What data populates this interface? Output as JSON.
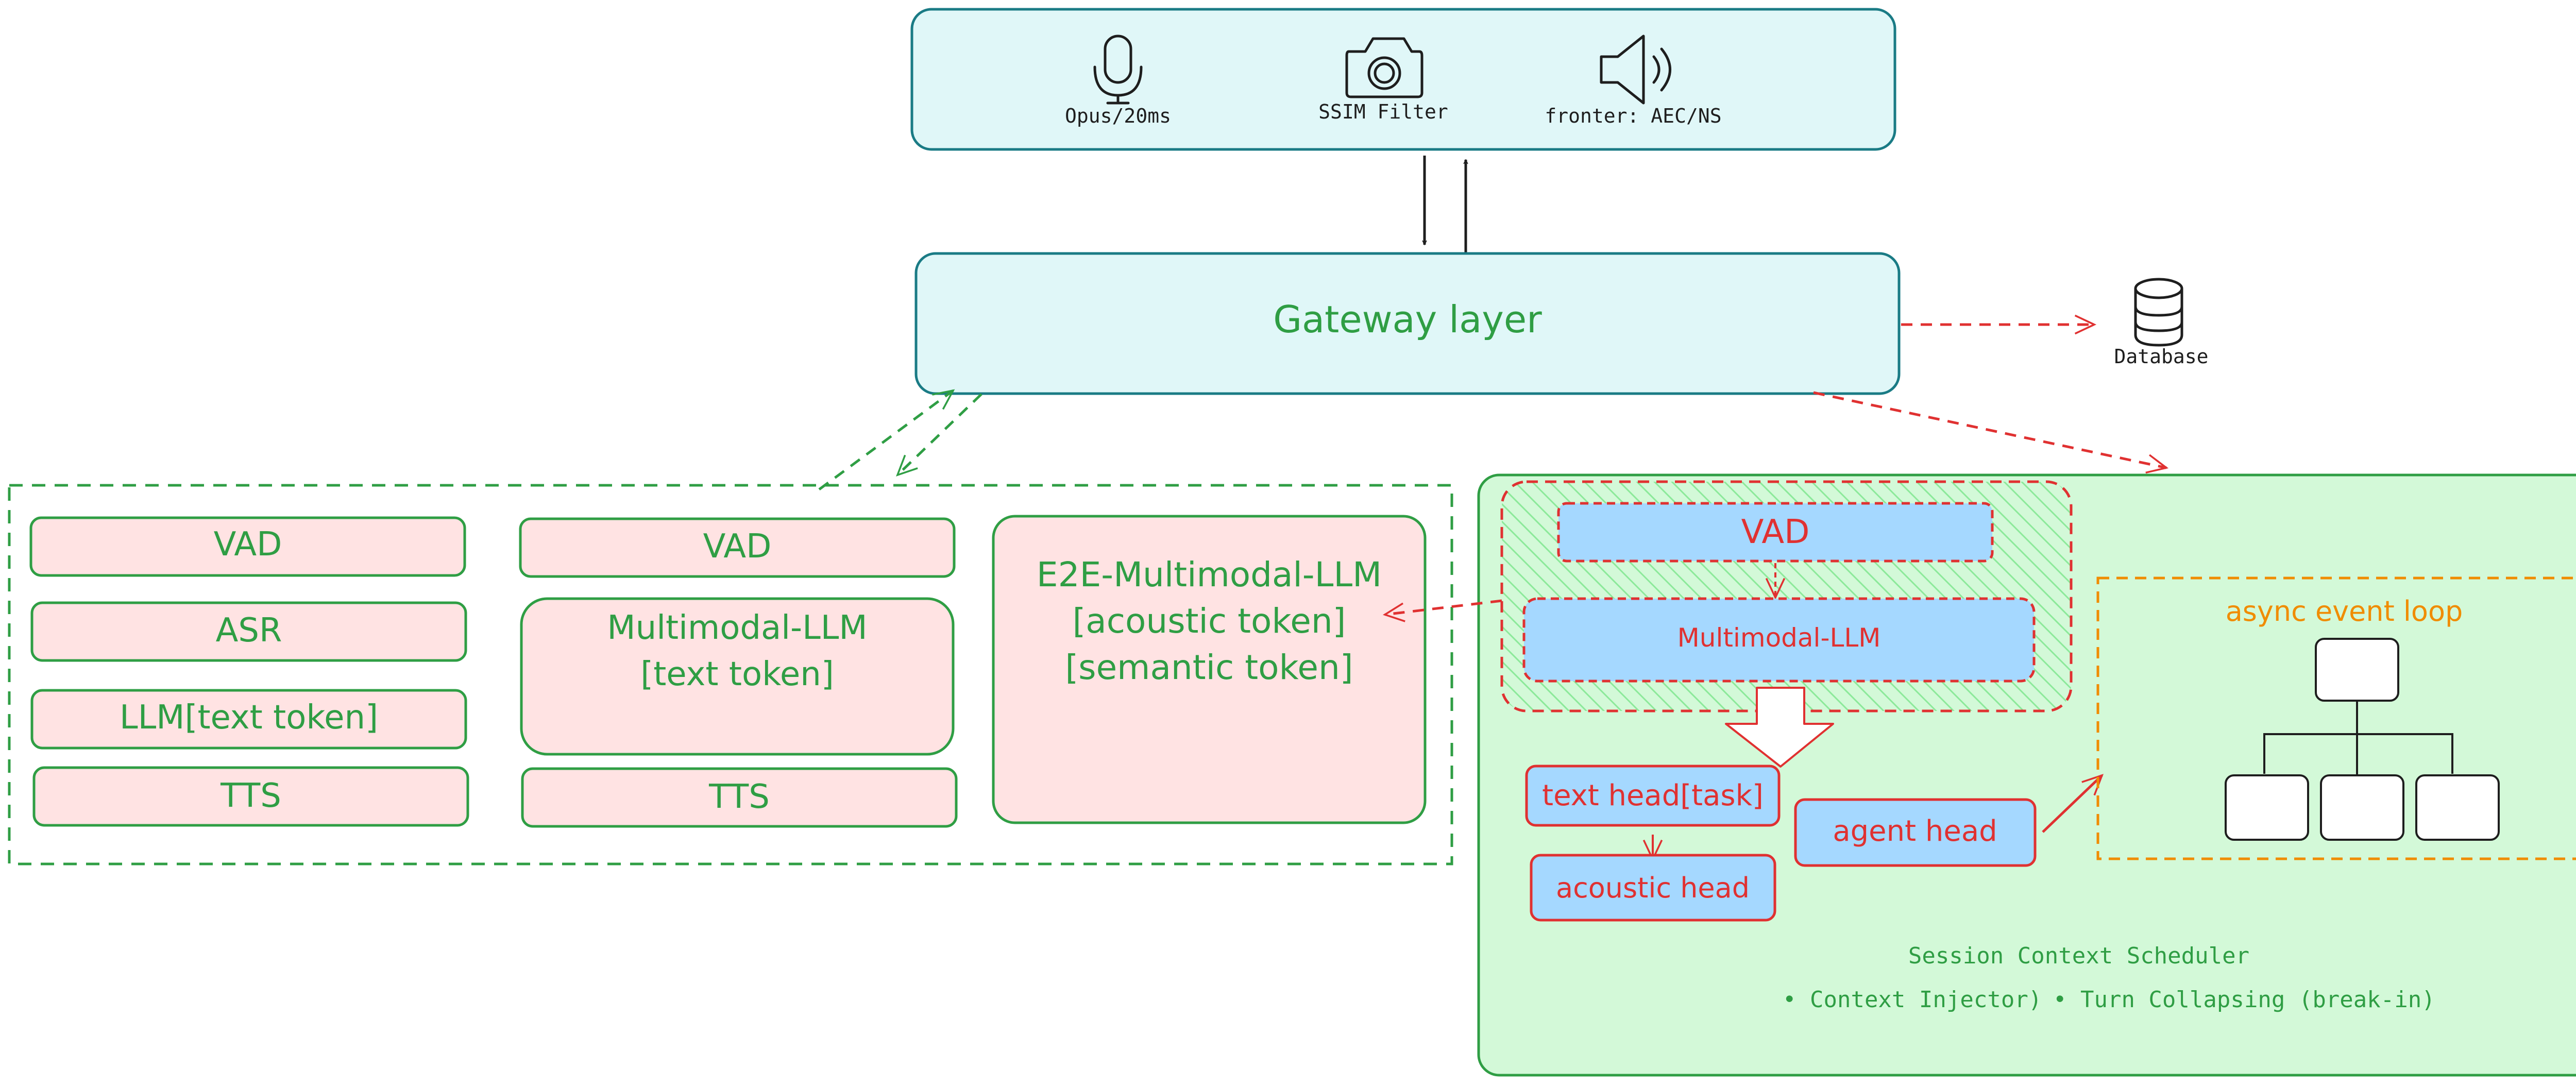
{
  "colors": {
    "teal_fill": "#e0f7f8",
    "teal_stroke": "#1a7b85",
    "green_text": "#2f9e44",
    "pink_fill": "#ffe3e3",
    "green_fill": "#d3f9d8",
    "blue_fill": "#a5d8ff",
    "red": "#e03131",
    "orange": "#f08c00",
    "black": "#1e1e1e"
  },
  "client": {
    "mic": {
      "icon": "microphone-icon",
      "label": "Opus/20ms"
    },
    "camera": {
      "icon": "camera-icon",
      "label": "SSIM Filter"
    },
    "speaker": {
      "icon": "speaker-icon",
      "label": "fronter: AEC/NS"
    }
  },
  "gateway": {
    "label": "Gateway layer"
  },
  "database": {
    "icon": "database-icon",
    "label": "Database"
  },
  "pipelines": {
    "cascade": [
      "VAD",
      "ASR",
      "LLM[text token]",
      "TTS"
    ],
    "half_cascade": [
      "VAD",
      "Multimodal-LLM\n[text token]",
      "TTS"
    ],
    "e2e": "E2E-Multimodal-LLM\n[acoustic token]\n[semantic token]"
  },
  "proposed": {
    "vad": "VAD",
    "mllm": "Multimodal-LLM",
    "text_head": "text head[task]",
    "acoustic_head": "acoustic head",
    "agent_head": "agent head",
    "event_loop": "async event loop",
    "scheduler": "Session Context Scheduler",
    "bullets": [
      "• Context Injector)",
      "• Turn Collapsing (break-in)"
    ]
  }
}
